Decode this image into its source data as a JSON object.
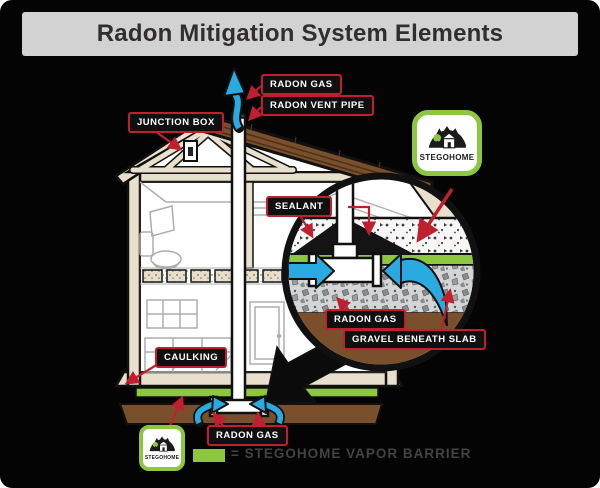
{
  "title": "Radon Mitigation System Elements",
  "labels": {
    "junction_box": "JUNCTION BOX",
    "radon_gas_top": "RADON GAS",
    "radon_vent_pipe": "RADON VENT PIPE",
    "sealant": "SEALANT",
    "radon_gas_inset": "RADON GAS",
    "gravel_beneath_slab": "GRAVEL BENEATH SLAB",
    "caulking": "CAULKING",
    "radon_gas_bottom": "RADON GAS"
  },
  "logo": {
    "brand": "STEGOHOME"
  },
  "legend": {
    "text": "= STEGOHOME VAPOR BARRIER"
  },
  "colors": {
    "callout_red": "#c0202e",
    "vapor_barrier_green": "#8dc63f",
    "radon_gas_blue": "#29abe2",
    "soil_brown": "#7a4f2b",
    "banner_gray": "#d2d2d2"
  }
}
